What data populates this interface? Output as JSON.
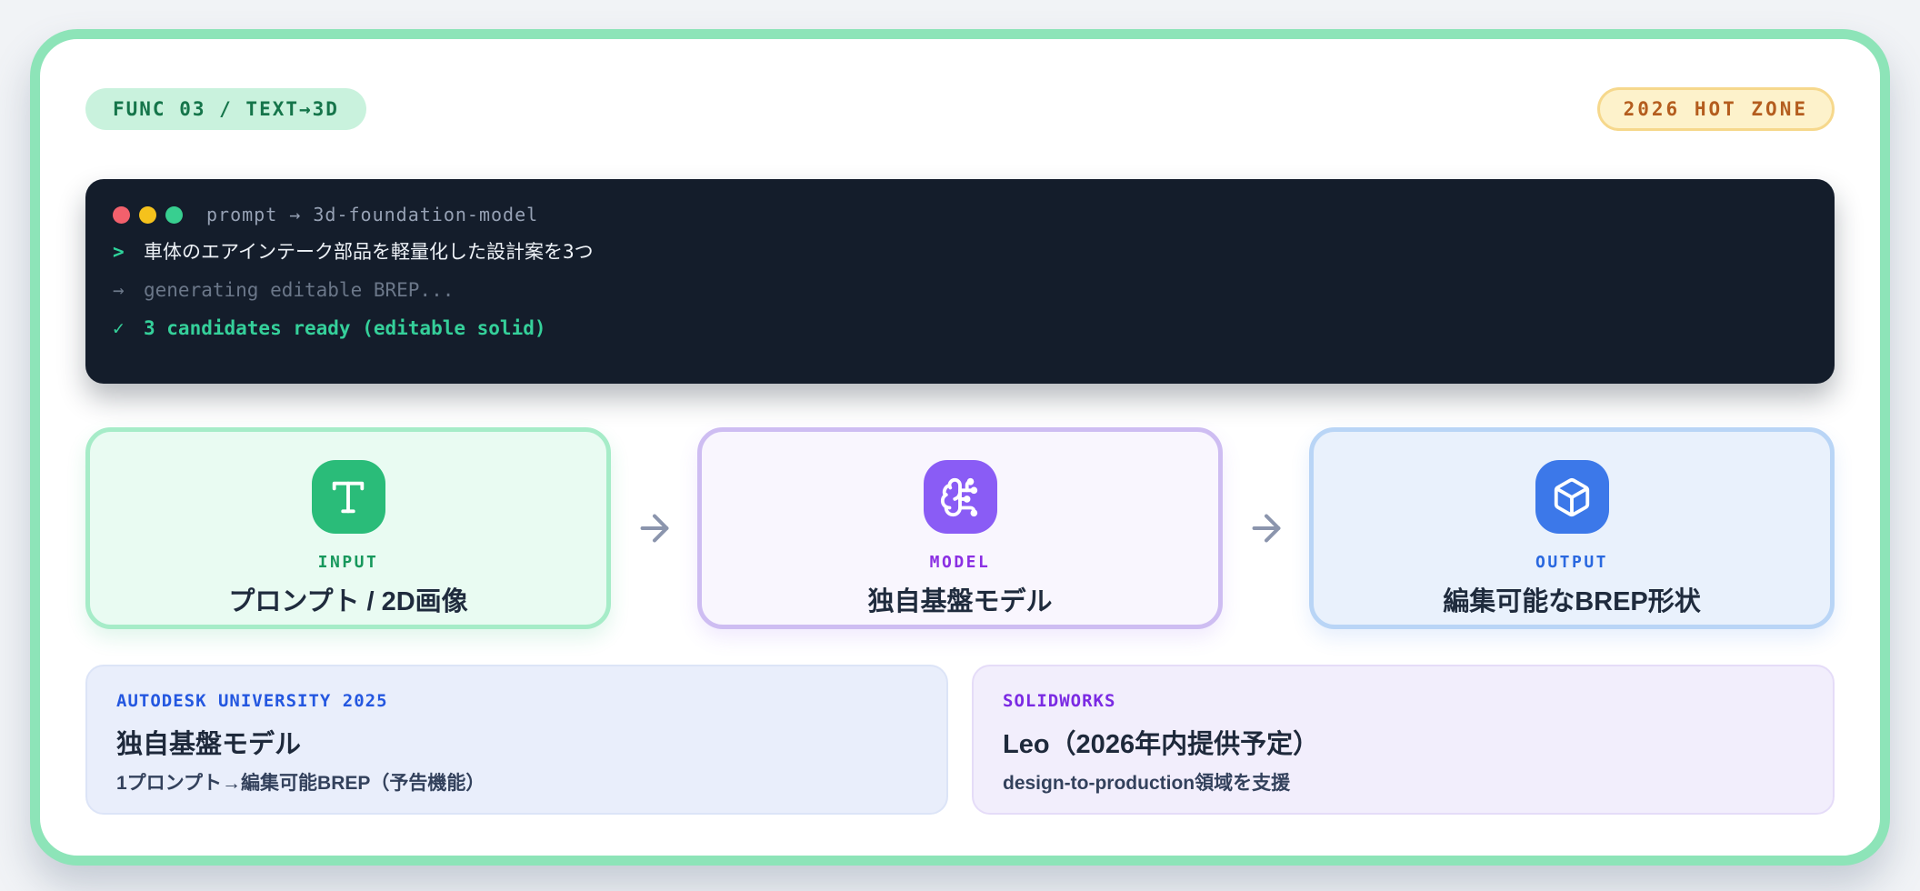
{
  "badges": {
    "func": "FUNC 03 / TEXT→3D",
    "hot": "2026 HOT ZONE"
  },
  "terminal": {
    "title": "prompt → 3d-foundation-model",
    "lines": [
      {
        "type": "prompt",
        "prefix": ">",
        "text": "車体のエアインテーク部品を軽量化した設計案を3つ"
      },
      {
        "type": "progress",
        "prefix": "→",
        "text": "generating editable BREP..."
      },
      {
        "type": "success",
        "prefix": "✓",
        "text": "3 candidates ready (editable solid)"
      }
    ]
  },
  "flow": {
    "cards": [
      {
        "label": "INPUT",
        "title": "プロンプト / 2D画像",
        "icon": "type-icon"
      },
      {
        "label": "MODEL",
        "title": "独自基盤モデル",
        "icon": "brain-circuit-icon"
      },
      {
        "label": "OUTPUT",
        "title": "編集可能なBREP形状",
        "icon": "box-icon"
      }
    ],
    "arrow": "→"
  },
  "footnotes": [
    {
      "label": "AUTODESK UNIVERSITY 2025",
      "title": "独自基盤モデル",
      "subtitle": "1プロンプト→編集可能BREP（予告機能）"
    },
    {
      "label": "SOLIDWORKS",
      "title": "Leo（2026年内提供予定）",
      "subtitle": "design-to-production領域を支援"
    }
  ],
  "colors": {
    "page_background": "#f1f3f6",
    "panel_border_green": "#8de4b8",
    "terminal_background": "#141d2b",
    "terminal_dot_red": "#f2606c",
    "terminal_dot_yellow": "#f5c21c",
    "terminal_dot_green": "#38cf90",
    "terminal_success_green": "#35d09a",
    "func_badge_green": "#15754a",
    "hot_badge_orange": "#b45d1e",
    "input_accent": "#2abc79",
    "model_accent": "#8a5cf5",
    "output_accent": "#3c78e9",
    "autodesk_label_blue": "#2457e0",
    "solidworks_label_purple": "#7b2ae3"
  }
}
